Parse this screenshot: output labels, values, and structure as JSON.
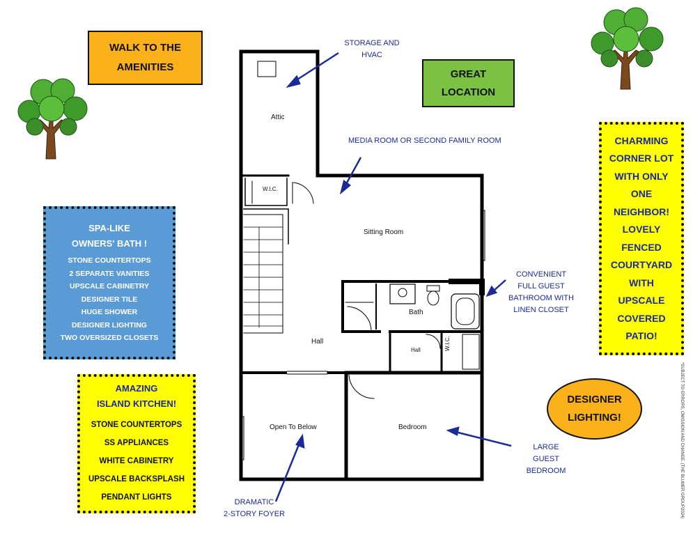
{
  "callouts": {
    "walk": [
      "WALK TO THE",
      "AMENITIES"
    ],
    "great": [
      "GREAT",
      "LOCATION"
    ],
    "corner": [
      "CHARMING",
      "CORNER LOT",
      "WITH ONLY",
      "ONE",
      "NEIGHBOR!",
      "LOVELY",
      "FENCED",
      "COURTYARD",
      "WITH",
      "UPSCALE",
      "COVERED",
      "PATIO!"
    ],
    "spa_title": [
      "SPA-LIKE",
      "OWNERS' BATH !"
    ],
    "spa_items": [
      "STONE  COUNTERTOPS",
      "2 SEPARATE VANITIES",
      "UPSCALE CABINETRY",
      "DESIGNER TILE",
      "HUGE SHOWER",
      "DESIGNER LIGHTING",
      "TWO OVERSIZED CLOSETS"
    ],
    "kitchen_title": [
      "AMAZING",
      "ISLAND KITCHEN!"
    ],
    "kitchen_items": [
      "STONE COUNTERTOPS",
      "SS APPLIANCES",
      "WHITE CABINETRY",
      "UPSCALE BACKSPLASH",
      "PENDANT LIGHTS"
    ],
    "lighting": [
      "DESIGNER",
      "LIGHTING!"
    ]
  },
  "notes": {
    "storage": [
      "STORAGE AND",
      "HVAC"
    ],
    "media": "MEDIA ROOM OR SECOND FAMILY ROOM",
    "guest_bath": [
      "CONVENIENT",
      "FULL GUEST",
      "BATHROOM WITH",
      "LINEN CLOSET"
    ],
    "large_guest": [
      "LARGE",
      "GUEST",
      "BEDROOM"
    ],
    "foyer": [
      "DRAMATIC",
      "2-STORY FOYER"
    ]
  },
  "rooms": {
    "attic": "Attic",
    "wic1": "W.I.C.",
    "sitting": "Sitting Room",
    "bath": "Bath",
    "hall": "Hall",
    "hall2": "Hall",
    "wic2": "W.I.C.",
    "open_below": "Open To Below",
    "bedroom": "Bedroom"
  },
  "disclaimer": "*SUBJECT TO ERRORS, OMISSION AND CHANGE. (THE BLUMER GROUP2024)",
  "colors": {
    "orange": "#fbb21a",
    "green": "#7cc242",
    "yellow": "#ffff00",
    "blue": "#5b9bd5",
    "text_blue": "#1b2a9a",
    "wall": "#000000"
  }
}
